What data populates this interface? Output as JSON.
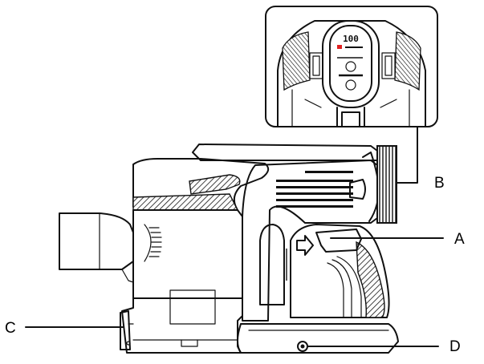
{
  "callouts": {
    "a": "A",
    "b": "B",
    "c": "C",
    "d": "D"
  },
  "inset": {
    "display_reading": "100"
  },
  "colors": {
    "ink": "#111111",
    "background": "#ffffff",
    "indicator": "#e02020"
  }
}
